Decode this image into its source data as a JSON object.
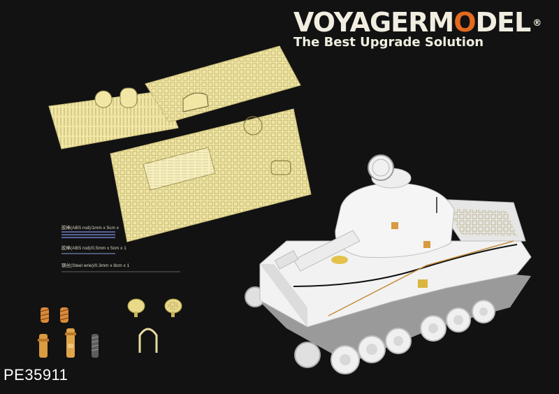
{
  "brand": {
    "prefix": "VOYAGERM",
    "o_letter": "O",
    "suffix": "DEL",
    "registered": "®",
    "tagline": "The Best Upgrade Solution"
  },
  "product": {
    "code": "PE35911"
  },
  "parts": {
    "abs_rod_1": "胶棒(ABS rod)/1mm x 5cm x",
    "abs_rod_2": "胶棒(ABS rod)/0.5mm x 5cm x 1",
    "steel_wire": "钢丝(Steel wrie)/0.3mm x 8cm x 1"
  },
  "colors": {
    "background": "#121212",
    "brass": "#f1e6a3",
    "brass_line": "#a69a5a",
    "tank": "#f2f2f2",
    "tank_shadow": "#bdbdbd",
    "logo_o": "#e36a1f"
  }
}
